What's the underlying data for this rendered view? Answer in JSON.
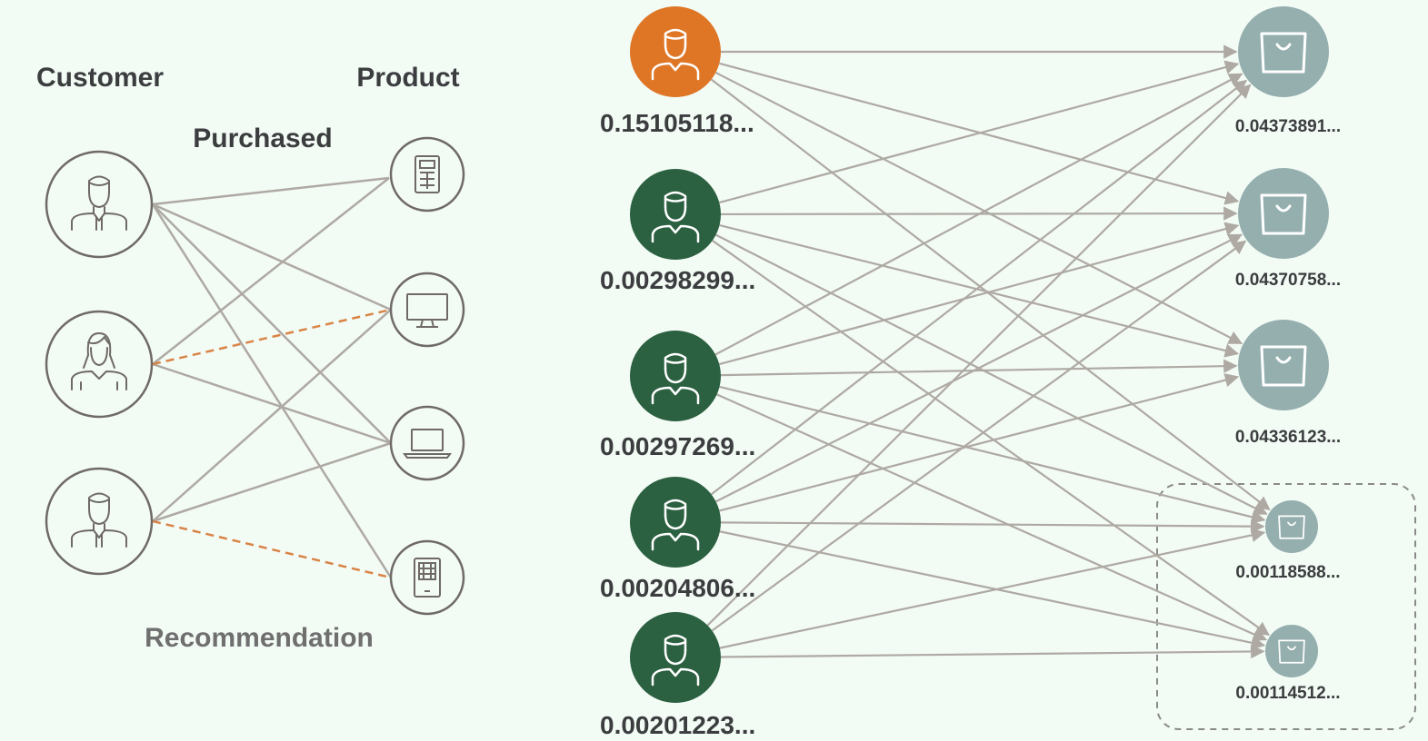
{
  "left_panel": {
    "customer_heading": "Customer",
    "product_heading": "Product",
    "purchased_label": "Purchased",
    "recommendation_label": "Recommendation",
    "customers": [
      {
        "icon": "man-icon"
      },
      {
        "icon": "woman-icon"
      },
      {
        "icon": "man-icon"
      }
    ],
    "products": [
      {
        "icon": "calculator-icon"
      },
      {
        "icon": "monitor-icon"
      },
      {
        "icon": "laptop-icon"
      },
      {
        "icon": "tablet-icon"
      }
    ],
    "purchased_edges": [
      [
        0,
        0
      ],
      [
        0,
        2
      ],
      [
        0,
        3
      ],
      [
        1,
        0
      ],
      [
        1,
        2
      ],
      [
        2,
        1
      ],
      [
        2,
        2
      ],
      [
        0,
        1
      ]
    ],
    "recommendation_edges": [
      [
        1,
        1
      ],
      [
        2,
        3
      ]
    ]
  },
  "right_panel": {
    "users": [
      {
        "score": "0.15105118...",
        "highlighted": true
      },
      {
        "score": "0.00298299...",
        "highlighted": false
      },
      {
        "score": "0.00297269...",
        "highlighted": false
      },
      {
        "score": "0.00204806...",
        "highlighted": false
      },
      {
        "score": "0.00201223...",
        "highlighted": false
      }
    ],
    "products": [
      {
        "score": "0.04373891..."
      },
      {
        "score": "0.04370758..."
      },
      {
        "score": "0.04336123..."
      },
      {
        "score": "0.00118588..."
      },
      {
        "score": "0.00114512..."
      }
    ],
    "edges": [
      [
        0,
        0
      ],
      [
        0,
        1
      ],
      [
        0,
        2
      ],
      [
        0,
        3
      ],
      [
        1,
        0
      ],
      [
        1,
        1
      ],
      [
        1,
        2
      ],
      [
        1,
        3
      ],
      [
        1,
        4
      ],
      [
        2,
        0
      ],
      [
        2,
        1
      ],
      [
        2,
        2
      ],
      [
        2,
        3
      ],
      [
        2,
        4
      ],
      [
        3,
        0
      ],
      [
        3,
        1
      ],
      [
        3,
        2
      ],
      [
        3,
        3
      ],
      [
        3,
        4
      ],
      [
        4,
        0
      ],
      [
        4,
        1
      ],
      [
        4,
        3
      ],
      [
        4,
        4
      ]
    ]
  },
  "colors": {
    "background": "#f3fbf5",
    "highlight_user": "#de7626",
    "user": "#2b6040",
    "product": "#94afae",
    "edge": "#aea9a3",
    "recommendation": "#d98446",
    "outline": "#6f6a65",
    "heading": "#3b3d3f",
    "recommendation_text": "#6f6f6f"
  }
}
